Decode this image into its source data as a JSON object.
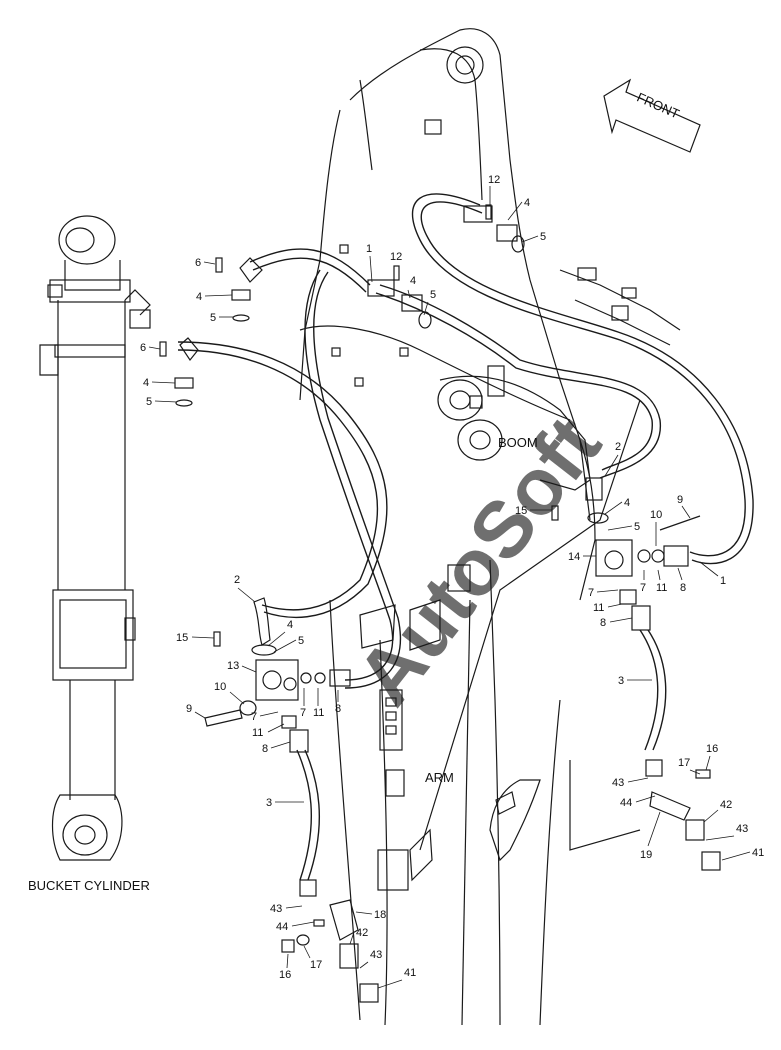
{
  "labels": {
    "front": "FRONT",
    "boom": "BOOM",
    "arm": "ARM",
    "bucket_cylinder": "BUCKET CYLINDER",
    "watermark": "AutoSoft"
  },
  "callouts": [
    "1",
    "2",
    "3",
    "4",
    "5",
    "6",
    "7",
    "8",
    "9",
    "10",
    "11",
    "12",
    "13",
    "14",
    "15",
    "16",
    "17",
    "18",
    "19",
    "41",
    "42",
    "43",
    "44"
  ],
  "colors": {
    "line": "#1a1a1a",
    "background": "#ffffff",
    "watermark": "#cfcfcf"
  }
}
